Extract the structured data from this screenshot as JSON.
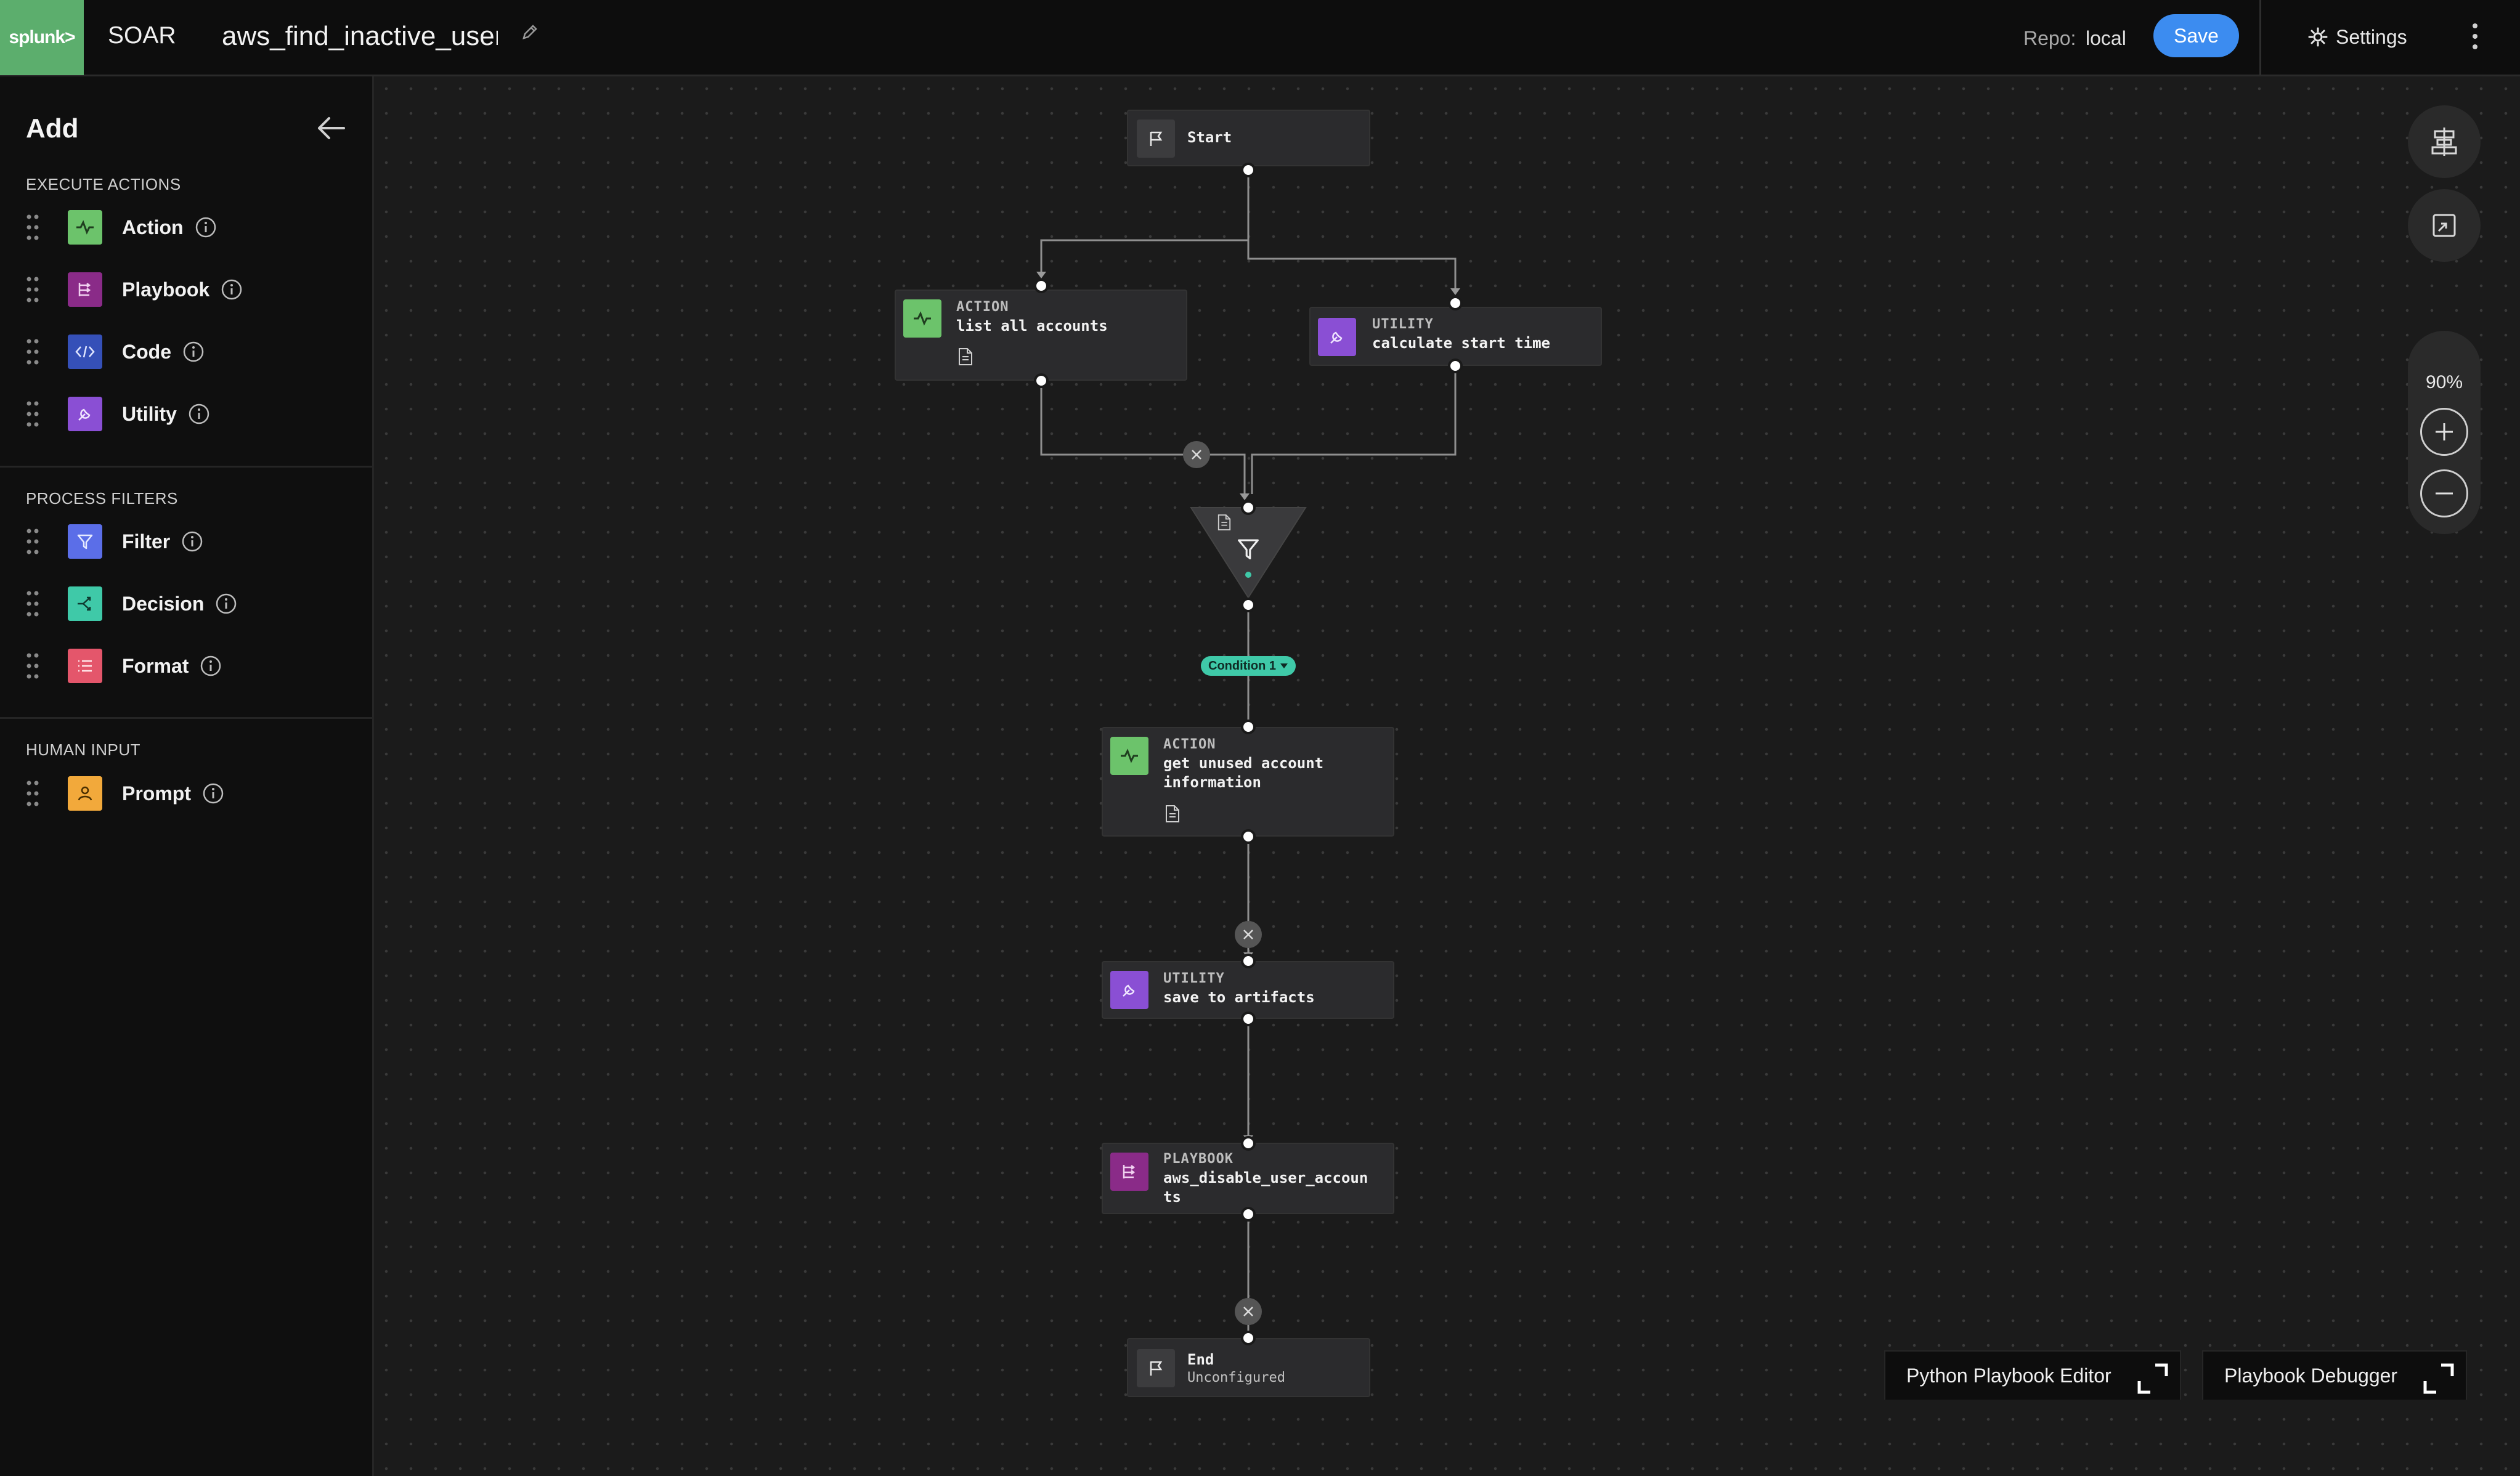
{
  "header": {
    "logo_text": "splunk>",
    "app_name": "SOAR",
    "playbook_title": "aws_find_inactive_users",
    "repo_label": "Repo:",
    "repo_value": "local",
    "save_label": "Save",
    "settings_label": "Settings"
  },
  "panel": {
    "title": "Add",
    "sections": [
      {
        "heading": "EXECUTE ACTIONS",
        "items": [
          {
            "label": "Action",
            "icon": "action-icon",
            "color": "#6cc36b"
          },
          {
            "label": "Playbook",
            "icon": "playbook-icon",
            "color": "#8a2b88"
          },
          {
            "label": "Code",
            "icon": "code-icon",
            "color": "#3550b8"
          },
          {
            "label": "Utility",
            "icon": "utility-icon",
            "color": "#8a4fd4"
          }
        ]
      },
      {
        "heading": "PROCESS FILTERS",
        "items": [
          {
            "label": "Filter",
            "icon": "filter-icon",
            "color": "#5b6ee8"
          },
          {
            "label": "Decision",
            "icon": "decision-icon",
            "color": "#3fc9a8"
          },
          {
            "label": "Format",
            "icon": "format-icon",
            "color": "#e4566b"
          }
        ]
      },
      {
        "heading": "HUMAN INPUT",
        "items": [
          {
            "label": "Prompt",
            "icon": "prompt-icon",
            "color": "#f2a93b"
          }
        ]
      }
    ]
  },
  "canvas": {
    "nodes": {
      "start": {
        "name": "Start"
      },
      "list_accounts": {
        "type": "ACTION",
        "name": "list all accounts"
      },
      "calc_start": {
        "type": "UTILITY",
        "name": "calculate start time"
      },
      "get_unused_1": {
        "type": "ACTION",
        "name": "get unused account"
      },
      "get_unused_2": {
        "name": "information"
      },
      "save_artifacts": {
        "type": "UTILITY",
        "name": "save to artifacts"
      },
      "disable_1": {
        "type": "PLAYBOOK",
        "name": "aws_disable_user_accoun"
      },
      "disable_2": {
        "name": "ts"
      },
      "end": {
        "name": "End",
        "status": "Unconfigured"
      }
    },
    "condition_label": "Condition 1",
    "zoom": "90%"
  },
  "bottom_tabs": {
    "editor": "Python Playbook Editor",
    "debugger": "Playbook Debugger"
  }
}
